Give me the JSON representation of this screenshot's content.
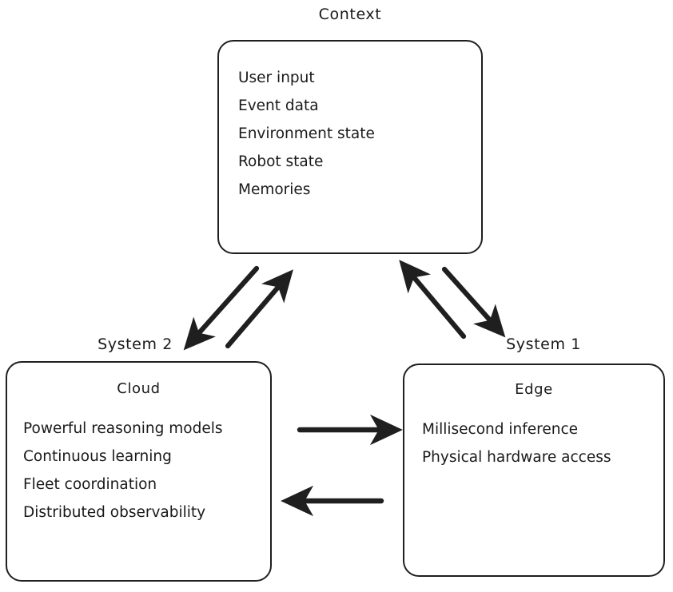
{
  "diagram": {
    "type": "flow-diagram",
    "background_color": "#ffffff",
    "stroke_color": "#1f1f1f",
    "text_color": "#1a1a1a",
    "nodes": [
      {
        "id": "context",
        "title": "Context",
        "title_position": "above",
        "subtitle": "",
        "items": [
          "User input",
          "Event data",
          "Environment state",
          "Robot state",
          "Memories"
        ]
      },
      {
        "id": "system2",
        "title": "System 2",
        "title_position": "above",
        "subtitle": "Cloud",
        "items": [
          "Powerful reasoning models",
          "Continuous learning",
          "Fleet coordination",
          "Distributed observability"
        ]
      },
      {
        "id": "system1",
        "title": "System 1",
        "title_position": "above",
        "subtitle": "Edge",
        "items": [
          "Millisecond inference",
          "Physical hardware access"
        ]
      }
    ],
    "edges": [
      {
        "id": "context-to-system2",
        "from": "context",
        "to": "system2",
        "direction": "down-left",
        "style": "solid-arrow"
      },
      {
        "id": "system2-to-context",
        "from": "system2",
        "to": "context",
        "direction": "up-right",
        "style": "solid-arrow"
      },
      {
        "id": "system1-to-context",
        "from": "system1",
        "to": "context",
        "direction": "up-left",
        "style": "solid-arrow"
      },
      {
        "id": "context-to-system1",
        "from": "context",
        "to": "system1",
        "direction": "down-right",
        "style": "solid-arrow"
      },
      {
        "id": "system2-to-system1",
        "from": "system2",
        "to": "system1",
        "direction": "right",
        "style": "solid-arrow"
      },
      {
        "id": "system1-to-system2",
        "from": "system1",
        "to": "system2",
        "direction": "left",
        "style": "solid-arrow"
      }
    ]
  }
}
